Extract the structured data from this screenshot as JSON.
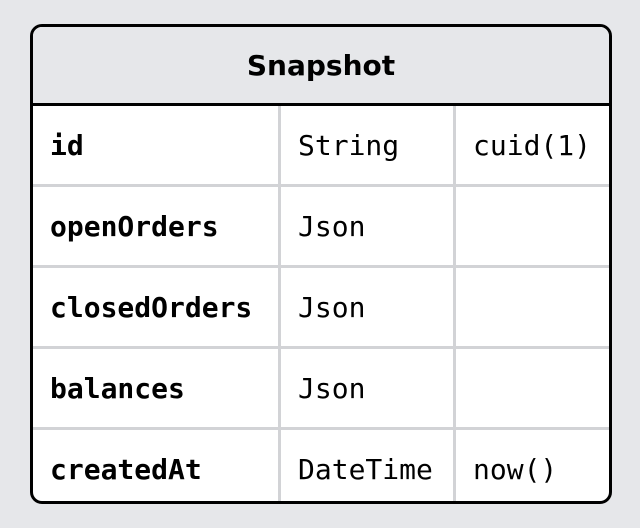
{
  "model": {
    "title": "Snapshot",
    "fields": [
      {
        "name": "id",
        "type": "String",
        "default": "cuid(1)"
      },
      {
        "name": "openOrders",
        "type": "Json",
        "default": ""
      },
      {
        "name": "closedOrders",
        "type": "Json",
        "default": ""
      },
      {
        "name": "balances",
        "type": "Json",
        "default": ""
      },
      {
        "name": "createdAt",
        "type": "DateTime",
        "default": "now()"
      }
    ]
  }
}
